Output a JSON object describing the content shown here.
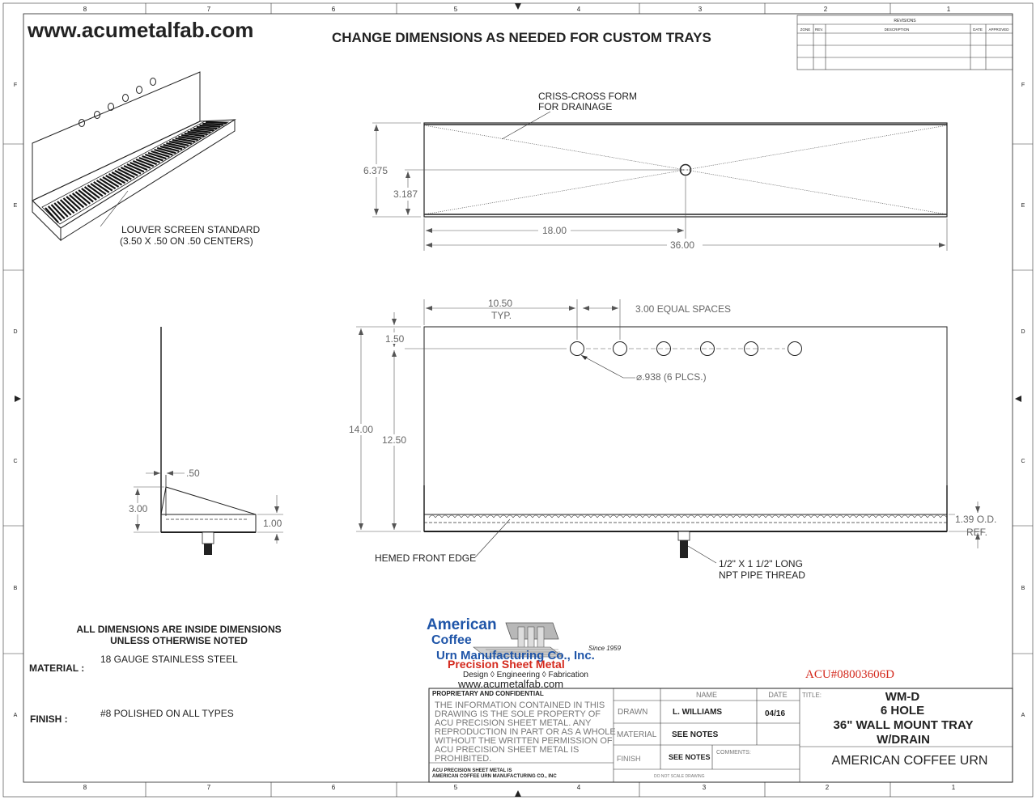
{
  "website_header": "www.acumetalfab.com",
  "headline": "CHANGE DIMENSIONS AS NEEDED FOR CUSTOM TRAYS",
  "revisions": {
    "title": "REVISIONS",
    "columns": [
      "ZONE",
      "REV.",
      "DESCRIPTION",
      "DATE",
      "APPROVED"
    ]
  },
  "border": {
    "cols_top": [
      "8",
      "7",
      "6",
      "5",
      "4",
      "3",
      "2",
      "1"
    ],
    "rows": [
      "F",
      "E",
      "D",
      "C",
      "B",
      "A"
    ]
  },
  "iso_view": {
    "louver_label_1": "LOUVER SCREEN STANDARD",
    "louver_label_2": "(3.50 X .50 ON .50 CENTERS)"
  },
  "top_view": {
    "note_1": "CRISS-CROSS FORM",
    "note_2": "FOR DRAINAGE",
    "dim_height": "6.375",
    "dim_half_height": "3.187",
    "dim_half_length": "18.00",
    "dim_length": "36.00"
  },
  "side_view": {
    "dim_thickness": ".50",
    "dim_tray_height": "3.00",
    "dim_lip": "1.00"
  },
  "front_view": {
    "dim_first_hole": "10.50",
    "dim_first_hole_typ": "TYP.",
    "dim_spacing": "3.00 EQUAL SPACES",
    "dim_hole_from_top": "1.50",
    "dim_total_height": "14.00",
    "dim_hole_height": "12.50",
    "hole_callout": "⌀.938 (6 PLCS.)",
    "od_ref_1": "1.39 O.D.",
    "od_ref_2": "REF.",
    "hem_label": "HEMED FRONT EDGE",
    "pipe_label_1": "1/2\" X 1 1/2\" LONG",
    "pipe_label_2": "NPT PIPE THREAD"
  },
  "notes": {
    "dims_1": "ALL DIMENSIONS ARE INSIDE DIMENSIONS",
    "dims_2": "UNLESS OTHERWISE NOTED",
    "material_label": "MATERIAL :",
    "material_value": "18 GAUGE STAINLESS STEEL",
    "finish_label": "FINISH :",
    "finish_value": "#8 POLISHED ON ALL TYPES"
  },
  "logo": {
    "line1": "American",
    "line2": "Coffee",
    "line3": "Urn Manufacturing Co., Inc.",
    "since": "Since 1959",
    "psm": "Precision Sheet Metal",
    "services": "Design ◊ Engineering ◊ Fabrication",
    "website": "www.acumetalfab.com"
  },
  "part_number": "ACU#08003606D",
  "title_block": {
    "proprietary_head": "PROPRIETARY AND CONFIDENTIAL",
    "proprietary_lines": [
      "THE INFORMATION CONTAINED IN THIS",
      "DRAWING IS THE SOLE PROPERTY OF",
      "ACU PRECISION SHEET METAL.  ANY",
      "REPRODUCTION IN PART OR AS A WHOLE",
      "WITHOUT THE WRITTEN PERMISSION OF",
      "ACU PRECISION SHEET METAL IS",
      "PROHIBITED."
    ],
    "company_foot_1": "ACU PRECISION SHEET METAL IS",
    "company_foot_2": "AMERICAN COFFEE URN MANUFACTURING CO., INC",
    "name_head": "NAME",
    "date_head": "DATE",
    "drawn_label": "DRAWN",
    "drawn_name": "L. WILLIAMS",
    "drawn_date": "04/16",
    "material_label": "MATERIAL",
    "material_value": "SEE NOTES",
    "finish_label": "FINISH",
    "finish_value": "SEE NOTES",
    "comments_label": "COMMENTS:",
    "no_scale": "DO NOT SCALE DRAWING",
    "title_label": "TITLE:",
    "title_1": "WM-D",
    "title_2": "6 HOLE",
    "title_3": "36\" WALL MOUNT TRAY",
    "title_4": "W/DRAIN",
    "company": "AMERICAN COFFEE URN"
  }
}
